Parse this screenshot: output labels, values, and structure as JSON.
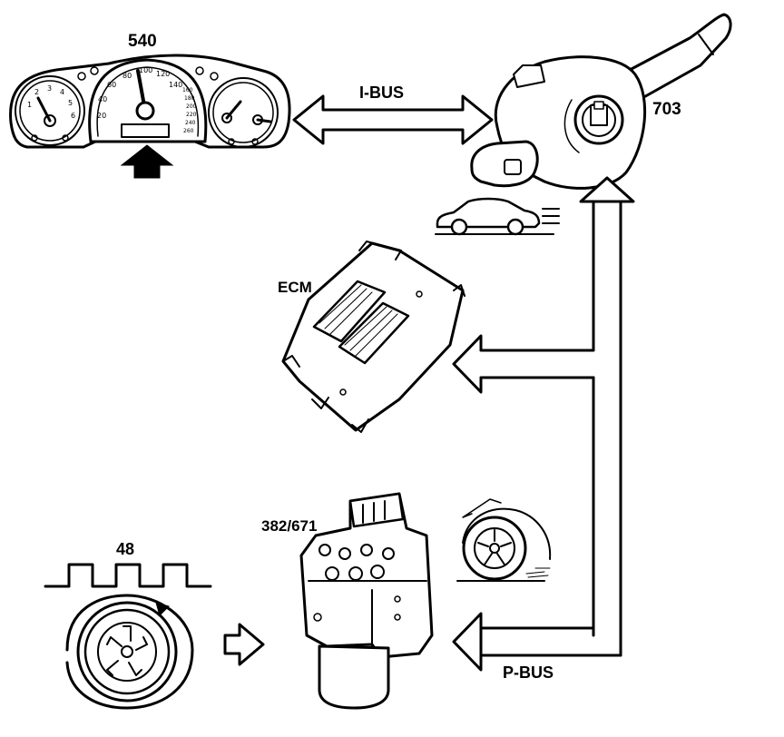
{
  "labels": {
    "instrument_cluster": "540",
    "ignition_switch": "703",
    "ecm": "ECM",
    "abs_unit": "382/671",
    "wheel_sensor": "48",
    "i_bus": "I-BUS",
    "p_bus": "P-BUS"
  },
  "cluster": {
    "speedo_ticks": [
      "20",
      "40",
      "60",
      "80",
      "100",
      "120",
      "140",
      "160",
      "180",
      "200",
      "220",
      "240",
      "260"
    ],
    "tacho_ticks": [
      "1",
      "2",
      "3",
      "4",
      "5",
      "6"
    ]
  },
  "colors": {
    "ink": "#000000",
    "paper": "#ffffff"
  }
}
